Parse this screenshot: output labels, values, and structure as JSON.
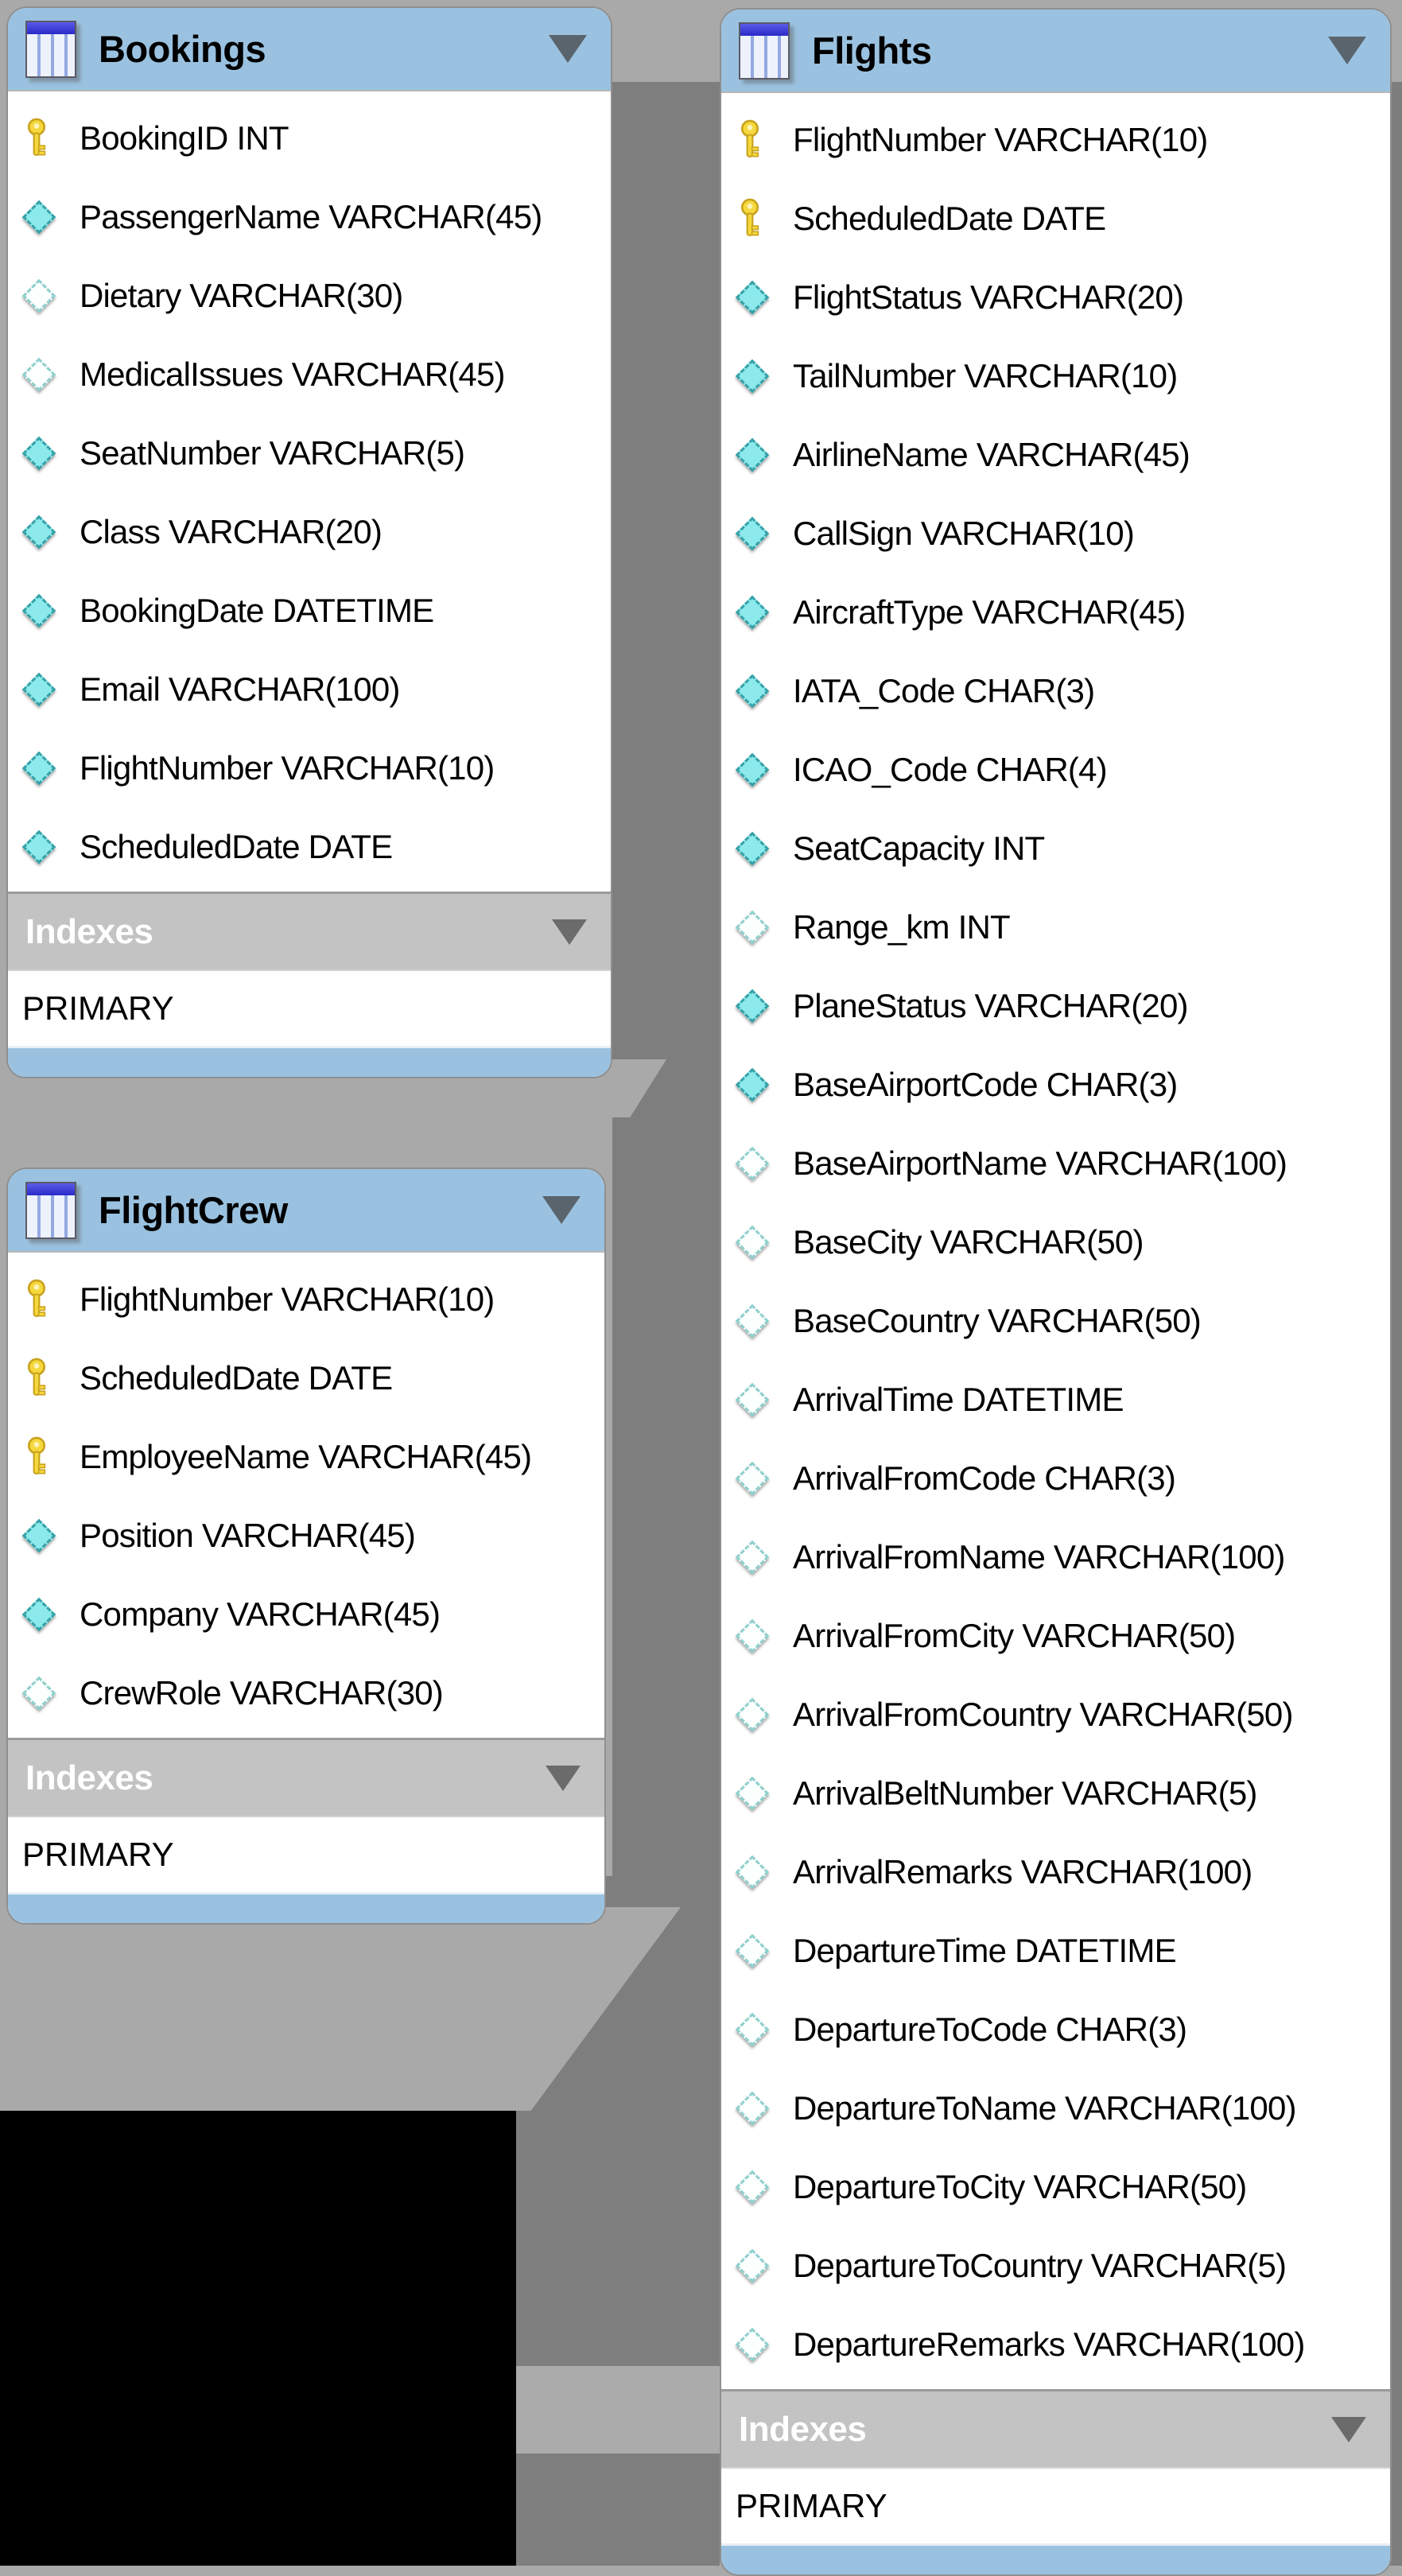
{
  "colors": {
    "header_blue": "#9ac2e0",
    "canvas_light": "#a9a9a9",
    "shadow_dark": "#7e7e7e",
    "indexes_gray": "#c3c3c3",
    "off_canvas_black": "#000000",
    "key_yellow": "#f5d83d",
    "diamond_teal": "#8deaec"
  },
  "tables": [
    {
      "title": "Bookings",
      "columns": [
        {
          "icon": "key",
          "text": "BookingID INT"
        },
        {
          "icon": "diamond-filled",
          "text": "PassengerName VARCHAR(45)"
        },
        {
          "icon": "diamond-hollow",
          "text": "Dietary VARCHAR(30)"
        },
        {
          "icon": "diamond-hollow",
          "text": "MedicalIssues VARCHAR(45)"
        },
        {
          "icon": "diamond-filled",
          "text": "SeatNumber VARCHAR(5)"
        },
        {
          "icon": "diamond-filled",
          "text": "Class VARCHAR(20)"
        },
        {
          "icon": "diamond-filled",
          "text": "BookingDate DATETIME"
        },
        {
          "icon": "diamond-filled",
          "text": "Email VARCHAR(100)"
        },
        {
          "icon": "diamond-filled",
          "text": "FlightNumber VARCHAR(10)"
        },
        {
          "icon": "diamond-filled",
          "text": "ScheduledDate DATE"
        }
      ],
      "indexes_label": "Indexes",
      "index_rows": [
        "PRIMARY"
      ]
    },
    {
      "title": "FlightCrew",
      "columns": [
        {
          "icon": "key",
          "text": "FlightNumber VARCHAR(10)"
        },
        {
          "icon": "key",
          "text": "ScheduledDate DATE"
        },
        {
          "icon": "key",
          "text": "EmployeeName VARCHAR(45)"
        },
        {
          "icon": "diamond-filled",
          "text": "Position VARCHAR(45)"
        },
        {
          "icon": "diamond-filled",
          "text": "Company VARCHAR(45)"
        },
        {
          "icon": "diamond-hollow",
          "text": "CrewRole VARCHAR(30)"
        }
      ],
      "indexes_label": "Indexes",
      "index_rows": [
        "PRIMARY"
      ]
    },
    {
      "title": "Flights",
      "columns": [
        {
          "icon": "key",
          "text": "FlightNumber VARCHAR(10)"
        },
        {
          "icon": "key",
          "text": "ScheduledDate DATE"
        },
        {
          "icon": "diamond-filled",
          "text": "FlightStatus VARCHAR(20)"
        },
        {
          "icon": "diamond-filled",
          "text": "TailNumber VARCHAR(10)"
        },
        {
          "icon": "diamond-filled",
          "text": "AirlineName VARCHAR(45)"
        },
        {
          "icon": "diamond-filled",
          "text": "CallSign VARCHAR(10)"
        },
        {
          "icon": "diamond-filled",
          "text": "AircraftType VARCHAR(45)"
        },
        {
          "icon": "diamond-filled",
          "text": "IATA_Code CHAR(3)"
        },
        {
          "icon": "diamond-filled",
          "text": "ICAO_Code CHAR(4)"
        },
        {
          "icon": "diamond-filled",
          "text": "SeatCapacity INT"
        },
        {
          "icon": "diamond-hollow",
          "text": "Range_km INT"
        },
        {
          "icon": "diamond-filled",
          "text": "PlaneStatus VARCHAR(20)"
        },
        {
          "icon": "diamond-filled",
          "text": "BaseAirportCode CHAR(3)"
        },
        {
          "icon": "diamond-hollow",
          "text": "BaseAirportName VARCHAR(100)"
        },
        {
          "icon": "diamond-hollow",
          "text": "BaseCity VARCHAR(50)"
        },
        {
          "icon": "diamond-hollow",
          "text": "BaseCountry VARCHAR(50)"
        },
        {
          "icon": "diamond-hollow",
          "text": "ArrivalTime DATETIME"
        },
        {
          "icon": "diamond-hollow",
          "text": "ArrivalFromCode CHAR(3)"
        },
        {
          "icon": "diamond-hollow",
          "text": "ArrivalFromName VARCHAR(100)"
        },
        {
          "icon": "diamond-hollow",
          "text": "ArrivalFromCity VARCHAR(50)"
        },
        {
          "icon": "diamond-hollow",
          "text": "ArrivalFromCountry VARCHAR(50)"
        },
        {
          "icon": "diamond-hollow",
          "text": "ArrivalBeltNumber VARCHAR(5)"
        },
        {
          "icon": "diamond-hollow",
          "text": "ArrivalRemarks VARCHAR(100)"
        },
        {
          "icon": "diamond-hollow",
          "text": "DepartureTime DATETIME"
        },
        {
          "icon": "diamond-hollow",
          "text": "DepartureToCode CHAR(3)"
        },
        {
          "icon": "diamond-hollow",
          "text": "DepartureToName VARCHAR(100)"
        },
        {
          "icon": "diamond-hollow",
          "text": "DepartureToCity VARCHAR(50)"
        },
        {
          "icon": "diamond-hollow",
          "text": "DepartureToCountry VARCHAR(5)"
        },
        {
          "icon": "diamond-hollow",
          "text": "DepartureRemarks VARCHAR(100)"
        }
      ],
      "indexes_label": "Indexes",
      "index_rows": [
        "PRIMARY"
      ]
    }
  ]
}
